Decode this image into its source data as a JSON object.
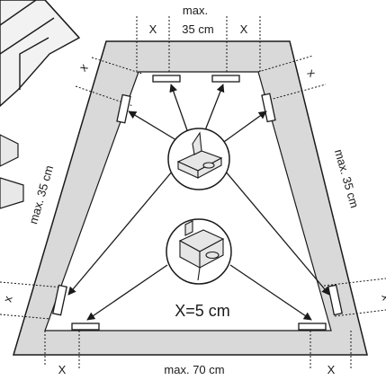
{
  "labels": {
    "top_max": "max.",
    "top_value": "35 cm",
    "x": "X",
    "x_lower": "x",
    "left_side": "max. 35 cm",
    "right_side": "max. 35 cm",
    "spacing": "X=5 cm",
    "bottom": "max. 70 cm"
  },
  "colors": {
    "frame": "#d9d9d9",
    "outline": "#1a1a1a",
    "background": "#ffffff"
  },
  "icons": {
    "clip_top": "mounting-clip-icon",
    "clip_bottom": "mounting-clip-icon",
    "product_corner": "product-corner-icon"
  }
}
